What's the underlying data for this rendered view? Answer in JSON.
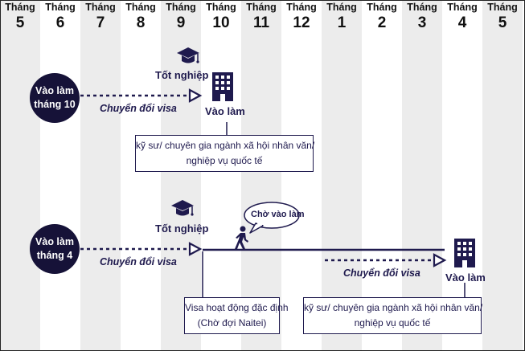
{
  "months": [
    {
      "label": "Tháng",
      "num": "5"
    },
    {
      "label": "Tháng",
      "num": "6"
    },
    {
      "label": "Tháng",
      "num": "7"
    },
    {
      "label": "Tháng",
      "num": "8"
    },
    {
      "label": "Tháng",
      "num": "9"
    },
    {
      "label": "Tháng",
      "num": "10"
    },
    {
      "label": "Tháng",
      "num": "11"
    },
    {
      "label": "Tháng",
      "num": "12"
    },
    {
      "label": "Tháng",
      "num": "1"
    },
    {
      "label": "Tháng",
      "num": "2"
    },
    {
      "label": "Tháng",
      "num": "3"
    },
    {
      "label": "Tháng",
      "num": "4"
    },
    {
      "label": "Tháng",
      "num": "5"
    }
  ],
  "row1": {
    "start_line1": "Vào làm",
    "start_line2": "tháng 10",
    "graduation": "Tốt nghiệp",
    "visa_change": "Chuyển đổi visa",
    "join": "Vào làm",
    "box_line1": "kỹ sư/ chuyên gia ngành xã hội nhân văn/",
    "box_line2": "nghiệp vụ quốc tế"
  },
  "row2": {
    "start_line1": "Vào làm",
    "start_line2": "tháng 4",
    "graduation": "Tốt nghiệp",
    "visa_change_1": "Chuyển đổi visa",
    "waiting_bubble": "Chờ vào làm",
    "visa_change_2": "Chuyển đổi visa",
    "join": "Vào làm",
    "box1_line1": "Visa hoạt động đặc định",
    "box1_line2": "(Chờ đợi Naitei)",
    "box2_line1": "kỹ sư/ chuyên gia ngành xã hội nhân văn/",
    "box2_line2": "nghiệp vụ quốc tế"
  },
  "colors": {
    "navy": "#1f1a4e",
    "circle": "#161238",
    "stripe": "#ececec"
  },
  "icons": [
    "graduation-cap-icon",
    "office-building-icon",
    "walking-person-icon"
  ]
}
